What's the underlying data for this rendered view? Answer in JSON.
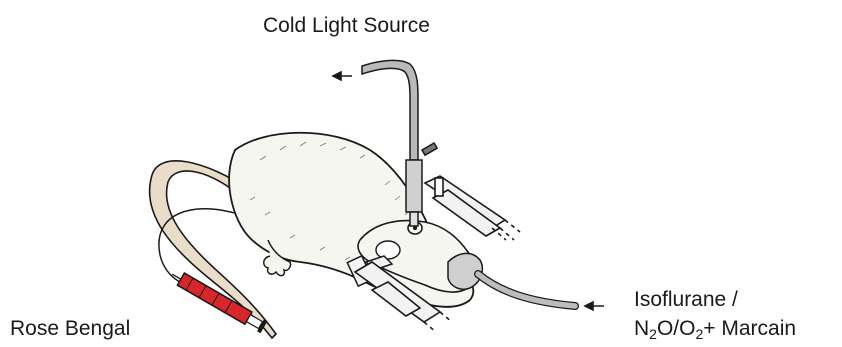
{
  "labels": {
    "light_source": "Cold Light Source",
    "rose_bengal": "Rose Bengal",
    "isoflurane": "Isoflurane /",
    "gas": {
      "n": "N",
      "n_sub": "2",
      "o": "O/O",
      "o_sub": "2",
      "rest": "+ Marcain"
    }
  },
  "colors": {
    "ink": "#1a1a1a",
    "body": "#f6f6f0",
    "tail": "#e9dcc8",
    "syringe": "#d8262b",
    "steel": "#b9b9b9"
  }
}
